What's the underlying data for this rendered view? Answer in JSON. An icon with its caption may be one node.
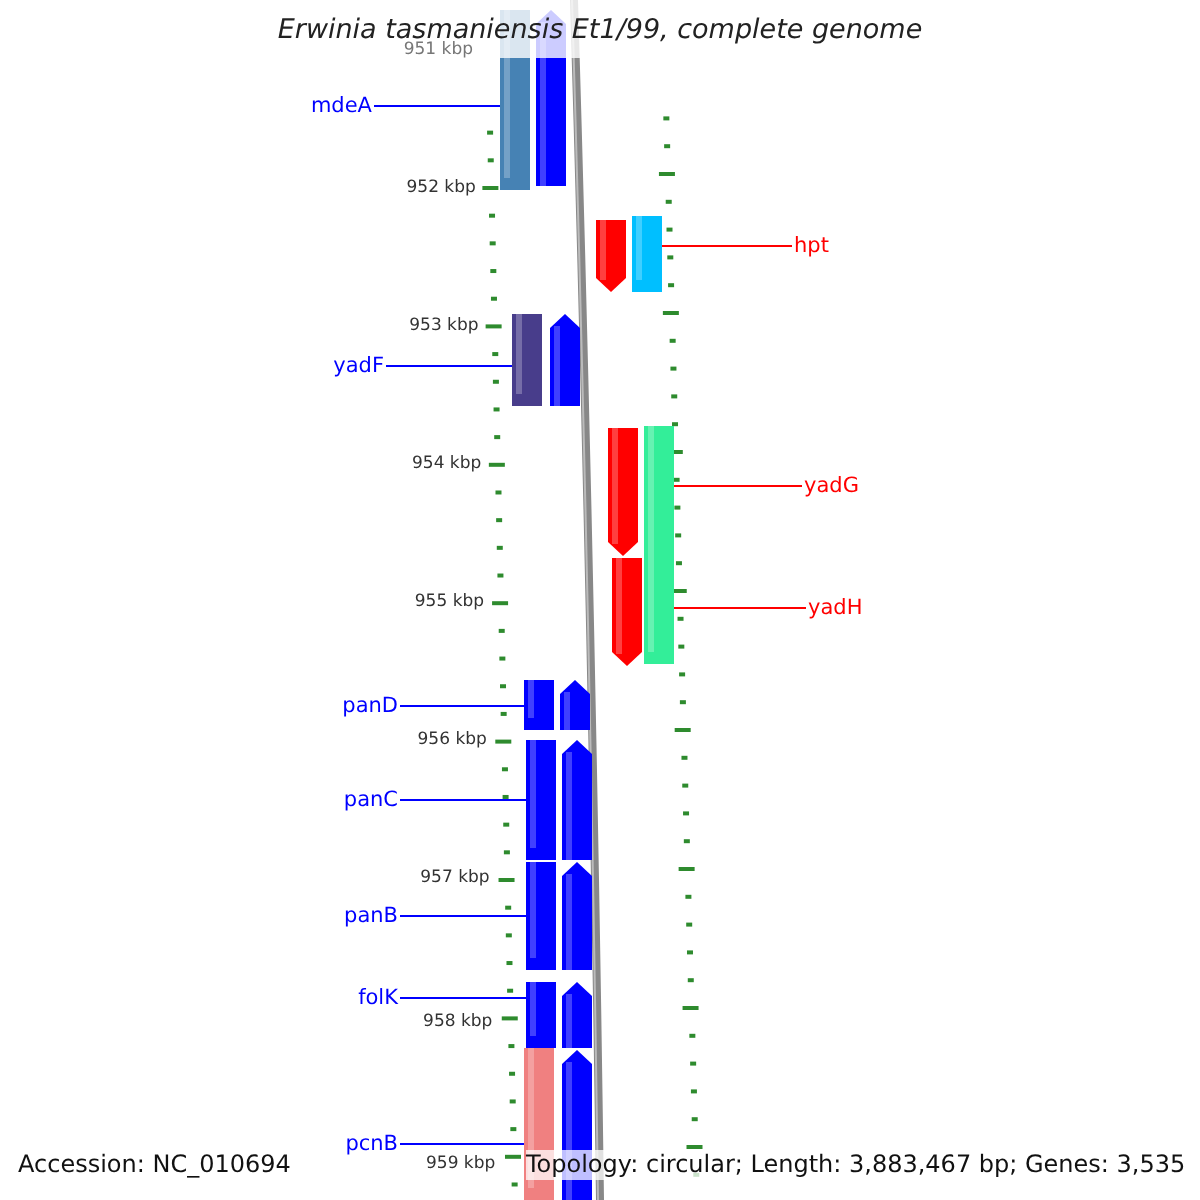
{
  "diagram": {
    "title": "Erwinia tasmaniensis Et1/99, complete genome",
    "nodes": [
      {
        "text": [
          "mdeA"
        ]
      },
      {
        "text": [
          "hpt"
        ]
      },
      {
        "text": [
          "yadF"
        ]
      },
      {
        "text": [
          "yadG"
        ]
      },
      {
        "text": [
          "yadH"
        ]
      },
      {
        "text": [
          "panD"
        ]
      },
      {
        "text": [
          "panC"
        ]
      },
      {
        "text": [
          "panB"
        ]
      },
      {
        "text": [
          "folK"
        ]
      },
      {
        "text": [
          "pcnB"
        ]
      },
      {
        "text": [],
        "shape": "bar"
      },
      {
        "text": [],
        "shape": "bar"
      },
      {
        "text": [],
        "shape": "bar"
      },
      {
        "text": [],
        "shape": "bar"
      },
      {
        "text": [],
        "shape": "bar"
      },
      {
        "text": [],
        "shape": "bar"
      },
      {
        "text": [],
        "shape": "bar"
      },
      {
        "text": [],
        "shape": "bar"
      },
      {
        "text": [],
        "shape": "bar"
      },
      {
        "text": [],
        "shape": "bar"
      },
      {
        "text": [],
        "shape": "bar"
      },
      {
        "text": [],
        "shape": "bar"
      },
      {
        "text": [],
        "shape": "bar"
      },
      {
        "text": [],
        "shape": "bar"
      },
      {
        "text": [],
        "shape": "bar"
      },
      {
        "text": [],
        "shape": "bar"
      },
      {
        "text": [],
        "shape": "bar"
      },
      {
        "text": [],
        "shape": "bar"
      },
      {
        "text": [],
        "shape": "bar"
      }
    ],
    "edges": [
      {
        "from": 0,
        "to": 10,
        "arrow": "none"
      },
      {
        "from": 1,
        "to": 15,
        "arrow": "none",
        "color": "#ff0000"
      },
      {
        "from": 2,
        "to": 12,
        "arrow": "none"
      },
      {
        "from": 3,
        "to": 18,
        "arrow": "none",
        "color": "#ff0000"
      },
      {
        "from": 4,
        "to": 18,
        "arrow": "none",
        "color": "#ff0000"
      },
      {
        "from": 5,
        "to": 19,
        "arrow": "none"
      },
      {
        "from": 6,
        "to": 21,
        "arrow": "none"
      },
      {
        "from": 7,
        "to": 23,
        "arrow": "none"
      },
      {
        "from": 8,
        "to": 25,
        "arrow": "none"
      },
      {
        "from": 9,
        "to": 27,
        "arrow": "none"
      }
    ],
    "labels": [
      "951 kbp",
      "952 kbp",
      "953 kbp",
      "954 kbp",
      "955 kbp",
      "956 kbp",
      "957 kbp",
      "958 kbp",
      "959 kbp",
      "Accession: NC_010694",
      "Topology: circular; Length: 3,883,467 bp; Genes: 3,535"
    ]
  }
}
